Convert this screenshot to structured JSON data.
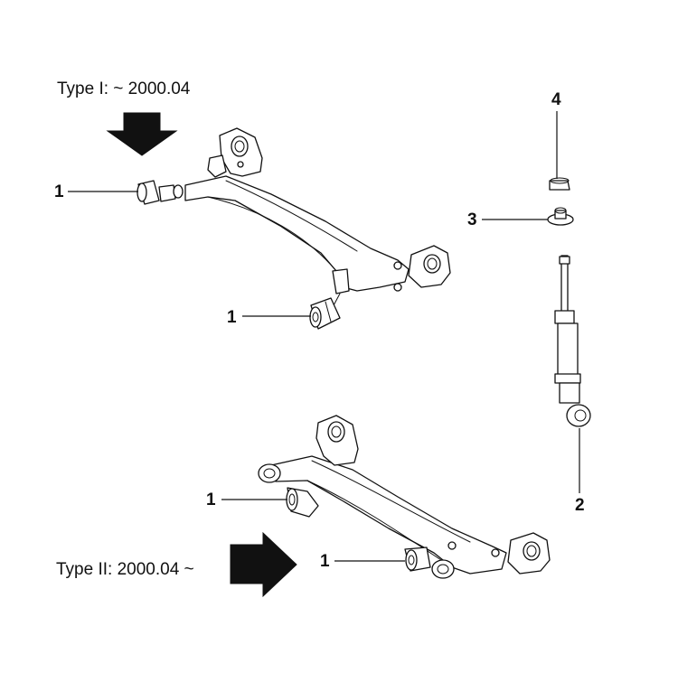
{
  "labels": {
    "type_1": "Type I: ~ 2000.04",
    "type_2": "Type II: 2000.04 ~"
  },
  "callouts": {
    "bushing_a": "1",
    "bushing_b": "1",
    "bushing_c": "1",
    "bushing_d": "1",
    "shock_absorber": "2",
    "support_mount": "3",
    "nut": "4"
  },
  "colors": {
    "line": "#111111",
    "background": "#ffffff"
  }
}
